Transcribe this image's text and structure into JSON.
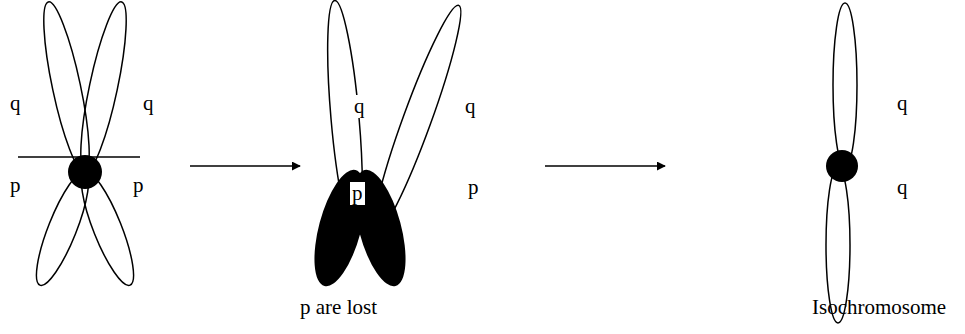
{
  "diagram": {
    "labels": [
      "q",
      "q",
      "p",
      "p",
      "q",
      "q",
      "p",
      "p",
      "p are lost",
      "q",
      "q",
      "Isochromosome"
    ]
  }
}
